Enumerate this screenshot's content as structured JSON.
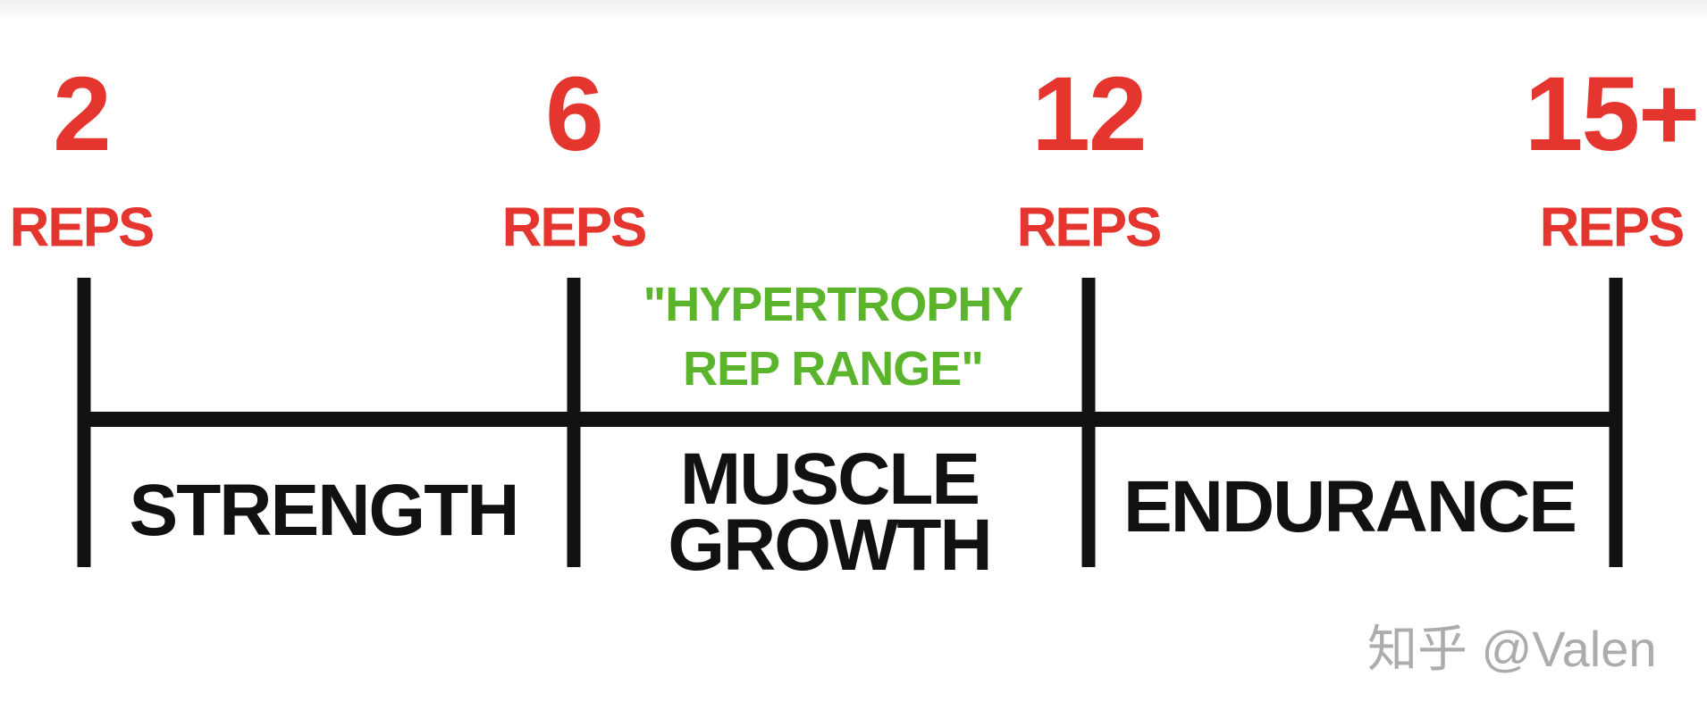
{
  "colors": {
    "rep_marker": "#e4362f",
    "hypertrophy_label": "#5ab52c",
    "lines": "#111111"
  },
  "markers": [
    {
      "number": "2",
      "unit": "REPS"
    },
    {
      "number": "6",
      "unit": "REPS"
    },
    {
      "number": "12",
      "unit": "REPS"
    },
    {
      "number": "15+",
      "unit": "REPS"
    }
  ],
  "hypertrophy": {
    "line1": "\"HYPERTROPHY",
    "line2": "REP RANGE\""
  },
  "zones": {
    "strength": "STRENGTH",
    "muscle_line1": "MUSCLE",
    "muscle_line2": "GROWTH",
    "endurance": "ENDURANCE"
  },
  "watermark": "知乎 @Valen"
}
